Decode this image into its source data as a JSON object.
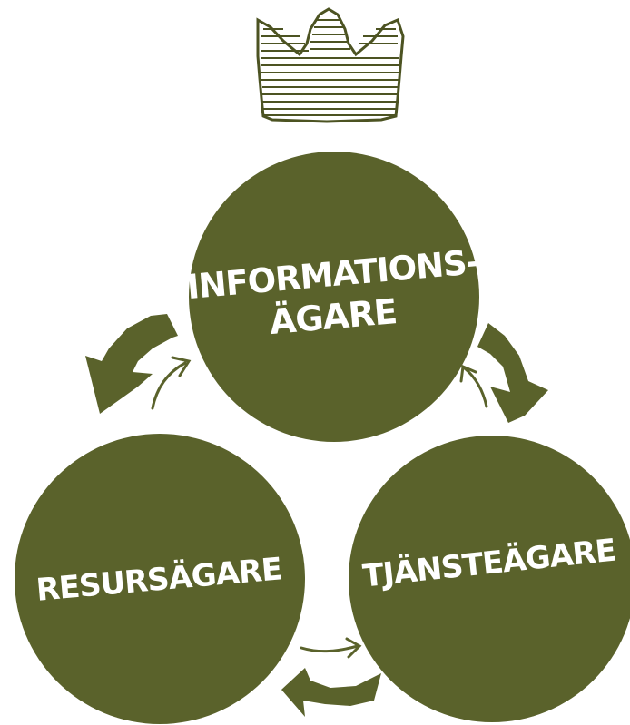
{
  "nodes": {
    "top": {
      "line1": "INFORMATIONS-",
      "line2": "ÄGARE"
    },
    "left": {
      "label": "RESURSÄGARE"
    },
    "right": {
      "label": "TJÄNSTEÄGARE"
    }
  },
  "icons": {
    "crown": "crown-icon"
  },
  "colors": {
    "node_fill": "#5a622b",
    "arrow_fill": "#5a622b",
    "label_text": "#ffffff",
    "background": "#ffffff"
  }
}
